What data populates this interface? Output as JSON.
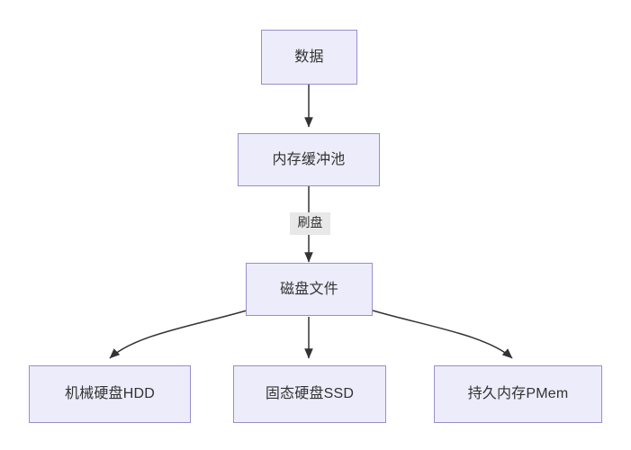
{
  "diagram": {
    "type": "flowchart",
    "direction": "top-down",
    "background_color": "#ffffff",
    "node_fill_color": "#ececfb",
    "node_border_color": "#9a8ec9",
    "node_text_color": "#333333",
    "edge_color": "#333333",
    "edge_label_background": "#e8e8e8",
    "nodes": [
      {
        "id": "data",
        "label": "数据"
      },
      {
        "id": "buffer_pool",
        "label": "内存缓冲池"
      },
      {
        "id": "disk_file",
        "label": "磁盘文件"
      },
      {
        "id": "hdd",
        "label": "机械硬盘HDD"
      },
      {
        "id": "ssd",
        "label": "固态硬盘SSD"
      },
      {
        "id": "pmem",
        "label": "持久内存PMem"
      }
    ],
    "edges": [
      {
        "from": "data",
        "to": "buffer_pool",
        "label": "",
        "style": "straight-arrow"
      },
      {
        "from": "buffer_pool",
        "to": "disk_file",
        "label": "刷盘",
        "style": "straight-arrow"
      },
      {
        "from": "disk_file",
        "to": "hdd",
        "label": "",
        "style": "curved-arrow"
      },
      {
        "from": "disk_file",
        "to": "ssd",
        "label": "",
        "style": "straight-arrow"
      },
      {
        "from": "disk_file",
        "to": "pmem",
        "label": "",
        "style": "curved-arrow"
      }
    ],
    "edge_labels": [
      {
        "id": "flush",
        "text": "刷盘"
      }
    ]
  }
}
